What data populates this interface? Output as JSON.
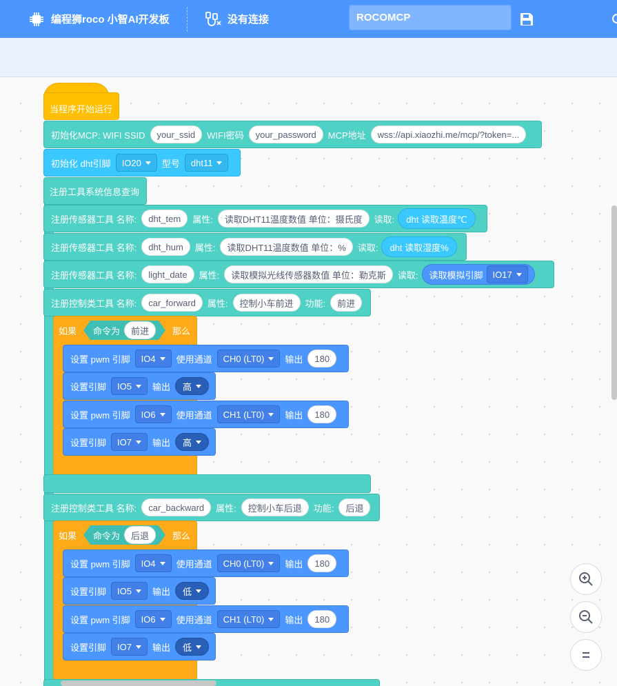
{
  "topbar": {
    "brand_label": "编程狮roco 小智AI开发板",
    "connection_label": "没有连接",
    "project_name": "ROCOMCP"
  },
  "blocks": {
    "hat_label": "当程序开始运行",
    "mcp": {
      "label": "初始化MCP: WIFI SSID",
      "ssid": "your_ssid",
      "wifi_pwd_label": "WIFI密码",
      "password": "your_password",
      "addr_label": "MCP地址",
      "addr": "wss://api.xiaozhi.me/mcp/?token=..."
    },
    "dht_init": {
      "label": "初始化 dht引脚",
      "pin": "IO20",
      "model_label": "型号",
      "model": "dht11"
    },
    "sysinfo_label": "注册工具系统信息查询",
    "sensor_tools": [
      {
        "label": "注册传感器工具 名称:",
        "name": "dht_tem",
        "attr_label": "属性:",
        "attr": "读取DHT11温度数值 单位：摄氏度",
        "read_label": "读取:",
        "reporter": "dht 读取温度℃"
      },
      {
        "label": "注册传感器工具 名称:",
        "name": "dht_hum",
        "attr_label": "属性:",
        "attr": "读取DHT11温度数值 单位：%",
        "read_label": "读取:",
        "reporter": "dht 读取湿度%"
      },
      {
        "label": "注册传感器工具 名称:",
        "name": "light_date",
        "attr_label": "属性:",
        "attr": "读取模拟光线传感器数值 单位：勒克斯",
        "read_label": "读取:",
        "reporter": "读取模拟引脚",
        "reporter_pin": "IO17"
      }
    ],
    "control_tools": [
      {
        "label": "注册控制类工具 名称:",
        "name": "car_forward",
        "attr_label": "属性:",
        "attr": "控制小车前进",
        "func_label": "功能:",
        "func": "前进",
        "if_label": "如果",
        "cond_label": "命令为",
        "cond_value": "前进",
        "then_label": "那么",
        "rows": [
          {
            "kind": "pwm",
            "label": "设置 pwm 引脚",
            "pin": "IO4",
            "channel_label": "使用通道",
            "channel": "CH0 (LT0)",
            "out_label": "输出",
            "value": "180"
          },
          {
            "kind": "digital",
            "label": "设置引脚",
            "pin": "IO5",
            "out_label": "输出",
            "value": "高"
          },
          {
            "kind": "pwm",
            "label": "设置 pwm 引脚",
            "pin": "IO6",
            "channel_label": "使用通道",
            "channel": "CH1 (LT0)",
            "out_label": "输出",
            "value": "180"
          },
          {
            "kind": "digital",
            "label": "设置引脚",
            "pin": "IO7",
            "out_label": "输出",
            "value": "高"
          }
        ]
      },
      {
        "label": "注册控制类工具 名称:",
        "name": "car_backward",
        "attr_label": "属性:",
        "attr": "控制小车后退",
        "func_label": "功能:",
        "func": "后退",
        "if_label": "如果",
        "cond_label": "命令为",
        "cond_value": "后退",
        "then_label": "那么",
        "rows": [
          {
            "kind": "pwm",
            "label": "设置 pwm 引脚",
            "pin": "IO4",
            "channel_label": "使用通道",
            "channel": "CH0 (LT0)",
            "out_label": "输出",
            "value": "180"
          },
          {
            "kind": "digital",
            "label": "设置引脚",
            "pin": "IO5",
            "out_label": "输出",
            "value": "低"
          },
          {
            "kind": "pwm",
            "label": "设置 pwm 引脚",
            "pin": "IO6",
            "channel_label": "使用通道",
            "channel": "CH1 (LT0)",
            "out_label": "输出",
            "value": "180"
          },
          {
            "kind": "digital",
            "label": "设置引脚",
            "pin": "IO7",
            "out_label": "输出",
            "value": "低"
          }
        ]
      }
    ]
  },
  "zoom_icons": [
    "zoom-in-icon",
    "zoom-out-icon",
    "zoom-reset-icon"
  ],
  "colors": {
    "accent": "#4c97ff",
    "teal": "#4fd1c5",
    "orange": "#ffab19",
    "hat": "#ffbf00",
    "sky": "#3bc8ff"
  }
}
